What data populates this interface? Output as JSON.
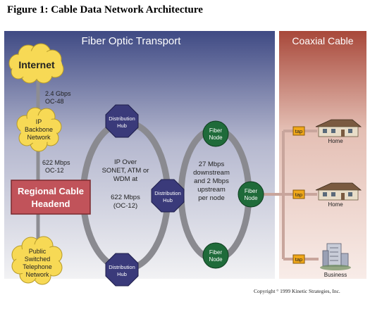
{
  "figure_title": "Figure 1: Cable Data Network Architecture",
  "sections": {
    "fiber_transport": "Fiber Optic Transport",
    "coaxial_cable": "Coaxial Cable"
  },
  "clouds": {
    "internet": "Internet",
    "ip_backbone": [
      "IP",
      "Backbone",
      "Network"
    ],
    "pstn": [
      "Public",
      "Switched",
      "Telephone",
      "Network"
    ]
  },
  "links": {
    "internet_backbone": [
      "2.4 Gbps",
      "OC-48"
    ],
    "backbone_headend": [
      "622 Mbps",
      "OC-12"
    ]
  },
  "headend": [
    "Regional Cable",
    "Headend"
  ],
  "hubs": {
    "top": [
      "Distribution",
      "Hub"
    ],
    "right": [
      "Distribution",
      "Hub"
    ],
    "bottom": [
      "Distribution",
      "Hub"
    ]
  },
  "ring1_label": [
    "IP Over",
    "SONET, ATM or",
    "WDM at",
    "",
    "622 Mbps",
    "(OC-12)"
  ],
  "fiber_nodes": {
    "top": [
      "Fiber",
      "Node"
    ],
    "right": [
      "Fiber",
      "Node"
    ],
    "bottom": [
      "Fiber",
      "Node"
    ]
  },
  "ring2_label": [
    "27 Mbps",
    "downstream",
    "and 2 Mbps",
    "upstream",
    "per node"
  ],
  "taps": [
    "tap",
    "tap",
    "tap"
  ],
  "endpoints": [
    "Home",
    "Home",
    "Business"
  ],
  "copyright": "Copyright ° 1999 Kinetic Strategies, Inc.",
  "colors": {
    "fiber_bg_top": "#3f4a84",
    "fiber_bg_bottom": "#eeeeef",
    "coax_bg_top": "#a8483a",
    "coax_bg_bottom": "#f6e8e2",
    "cloud": "#f7d955",
    "headend": "#c1535a",
    "hub": "#3a3a7a",
    "fiber_node": "#1f6b3a",
    "tap": "#f0a81a",
    "ring": "#8a8a90"
  }
}
